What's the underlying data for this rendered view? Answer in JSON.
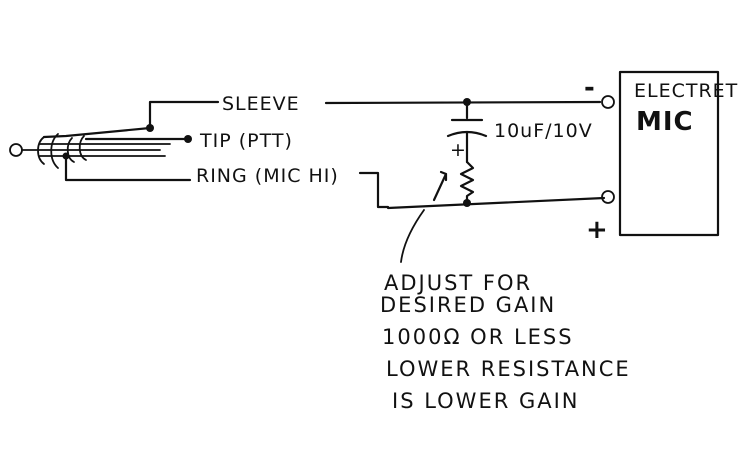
{
  "jack": {
    "sleeve_label": "SLEEVE",
    "tip_label": "TIP (PTT)",
    "ring_label": "RING (MIC HI)"
  },
  "capacitor": {
    "value_label": "10uF/10V",
    "polarity_label": "+"
  },
  "mic": {
    "title_line1": "ELECTRET",
    "title_line2": "MIC",
    "top_terminal_sign": "-",
    "bottom_terminal_sign": "+"
  },
  "note": {
    "lines": [
      "ADJUST FOR",
      "DESIRED GAIN",
      "1000Ω OR LESS",
      "LOWER RESISTANCE",
      "IS LOWER GAIN"
    ]
  }
}
